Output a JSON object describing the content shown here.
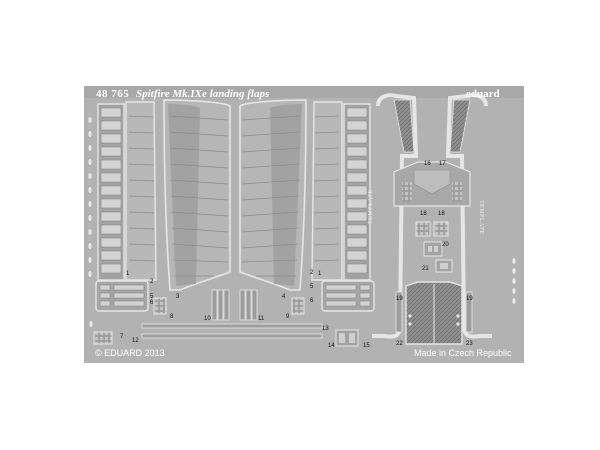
{
  "fret": {
    "product_number": "48 765",
    "product_title": "Spitfire Mk.IXe landing flaps",
    "brand": "eduard",
    "copyright": "© EDUARD 2013",
    "origin": "Made in Czech Republic",
    "template_label_left": "TEMPLATE",
    "template_label_right": "TEMPLATE",
    "background_color": "#b2b2b2",
    "part_numbers": {
      "p1a": "1",
      "p1b": "1",
      "p2a": "2",
      "p2b": "2",
      "p3": "3",
      "p4": "4",
      "p5a": "5",
      "p5b": "5",
      "p6a": "6",
      "p6b": "6",
      "p7": "7",
      "p8": "8",
      "p9": "9",
      "p10": "10",
      "p11": "11",
      "p12": "12",
      "p13": "13",
      "p14": "14",
      "p15": "15",
      "p16": "16",
      "p17": "17",
      "p18a": "18",
      "p18b": "18",
      "p19a": "19",
      "p19b": "19",
      "p20": "20",
      "p21": "21",
      "p22": "22",
      "p23": "23"
    }
  }
}
